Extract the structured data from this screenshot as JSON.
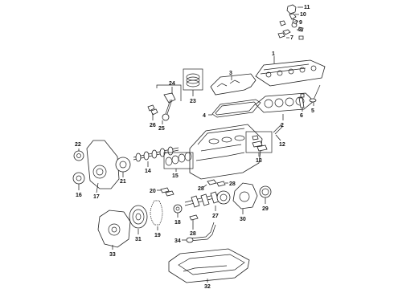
{
  "callouts": {
    "c1": "1",
    "c2": "2",
    "c3": "3",
    "c4": "4",
    "c5": "5",
    "c6": "6",
    "c7": "7",
    "c8": "8",
    "c9": "9",
    "c10": "10",
    "c11": "11",
    "c12": "12",
    "c13": "13",
    "c14": "14",
    "c15": "15",
    "c16": "16",
    "c17": "17",
    "c18": "18",
    "c19": "19",
    "c20": "20",
    "c21": "21",
    "c22": "22",
    "c23": "23",
    "c24": "24",
    "c25": "25",
    "c26": "26",
    "c27": "27",
    "c28a": "28",
    "c28b": "28",
    "c28c": "28",
    "c29": "29",
    "c30": "30",
    "c31": "31",
    "c32": "32",
    "c33": "33",
    "c34": "34"
  }
}
